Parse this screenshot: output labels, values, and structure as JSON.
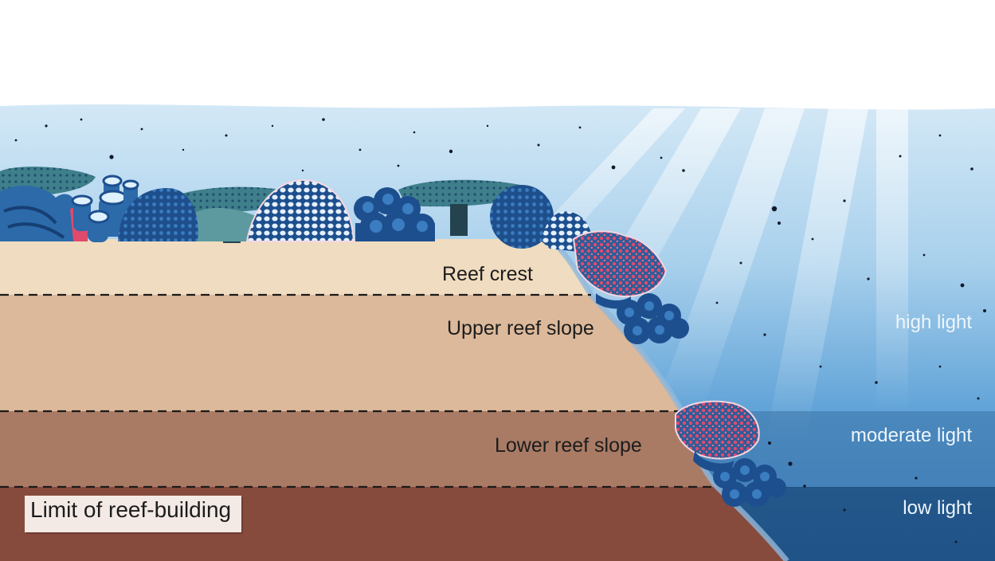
{
  "zones": {
    "reef_crest": "Reef crest",
    "upper_slope": "Upper reef slope",
    "lower_slope": "Lower reef slope",
    "limit": "Limit of reef-building"
  },
  "light_levels": {
    "high": "high light",
    "moderate": "moderate light",
    "low": "low light"
  },
  "colors": {
    "sky": "#ffffff",
    "water_surface": "#d3e8f6",
    "water_mid": "#3f86c8",
    "moderate_band": "#4f7fad",
    "low_band": "#1d4f82",
    "reef_crest": "#f0dcc0",
    "upper_slope": "#dcb99b",
    "lower_slope": "#a97b65",
    "limit_zone": "#874b3d",
    "coral_dark_blue": "#1d4f8f",
    "coral_teal": "#3f7f8c",
    "coral_pink": "#e04a6c"
  }
}
